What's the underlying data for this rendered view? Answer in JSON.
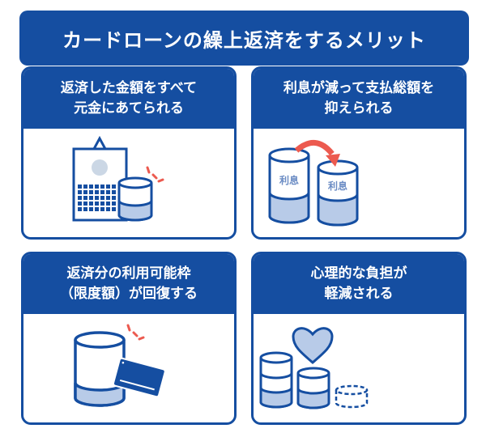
{
  "title": "カードローンの繰上返済をするメリット",
  "cards": [
    {
      "line1": "返済した金額をすべて",
      "line2": "元金にあてられる"
    },
    {
      "line1": "利息が減って支払総額を",
      "line2": "抑えられる",
      "label_left": "利息",
      "label_right": "利息"
    },
    {
      "line1": "返済分の利用可能枠",
      "line2": "（限度額）が回復する"
    },
    {
      "line1": "心理的な負担が",
      "line2": "軽減される"
    }
  ],
  "colors": {
    "primary": "#154ea1",
    "fill": "#b8cbe8",
    "accent": "#ec5a4f",
    "gray": "#cbd7e5"
  }
}
